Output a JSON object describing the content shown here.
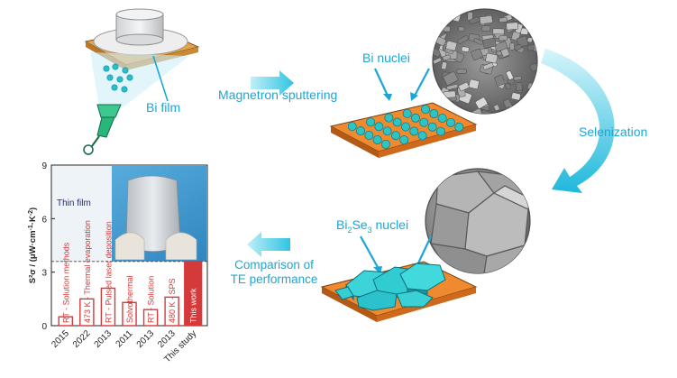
{
  "labels": {
    "bi_film": "Bi film",
    "magnetron": "Magnetron sputtering",
    "bi_nuclei": "Bi  nuclei",
    "selenization": "Selenization",
    "bise_nuclei_main": "Bi",
    "bise_sub1": "2",
    "bise_mid": "Se",
    "bise_sub2": "3",
    "bise_tail": " nuclei",
    "comparison_line1": "Comparison of",
    "comparison_line2": "TE performance"
  },
  "colors": {
    "accent": "#1aa7d6",
    "substrate": "#e8832e",
    "nuclei": "#2ec4c4",
    "chart_red": "#d43a3a",
    "photo_bg": "#4da9d8",
    "thin_film_text": "#1f2a80"
  },
  "chart_data": {
    "type": "bar",
    "ylabel_main": "S²σ / (μW·cm",
    "ylabel_sup1": "-1",
    "ylabel_mid": "·K",
    "ylabel_sup2": "-2",
    "ylabel_end": ")",
    "ylim": [
      0,
      9
    ],
    "yticks": [
      "0",
      "3",
      "6",
      "9"
    ],
    "inset_label": "Thin film",
    "categories": [
      "2015",
      "2022",
      "2013",
      "2011",
      "2013",
      "2013",
      "This study"
    ],
    "values": [
      0.5,
      1.5,
      2.1,
      1.3,
      0.9,
      1.6,
      3.6
    ],
    "bar_labels": [
      "RT - Solution methods",
      "473 K - Thermal evaporation",
      "RT - Pulsed laser deposition",
      "Solvothermal",
      "RT - Solution",
      "480 K - SPS",
      "This work"
    ],
    "reference_line": 3.6
  }
}
